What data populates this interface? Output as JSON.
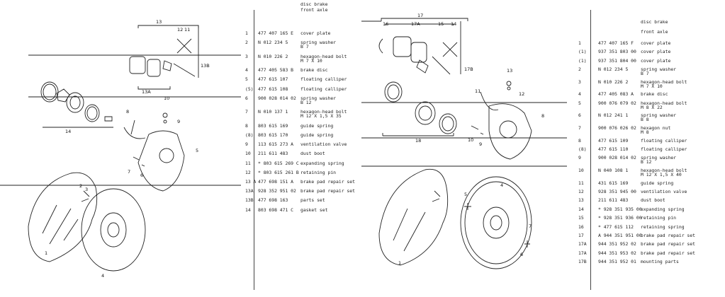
{
  "left_table": {
    "header": [
      "disc brake",
      "front axle"
    ],
    "rows": [
      {
        "item": "1",
        "part": "477 407 165 E",
        "desc": "cover plate"
      },
      {
        "item": "2",
        "part": "N    012 234 5",
        "desc": "spring washer",
        "sub": "B 7"
      },
      {
        "item": "3",
        "part": "N    010 226 2",
        "desc": "hexagon-head bolt",
        "sub": "M 7 X 10"
      },
      {
        "item": "4",
        "part": "477 405 583 B",
        "desc": "brake disc"
      },
      {
        "item": "5",
        "part": "477 615 107",
        "desc": "floating calliper"
      },
      {
        "item": "(5)",
        "part": "477 615 108",
        "desc": "floating calliper"
      },
      {
        "item": "6",
        "part": "900 028 014 02",
        "desc": "spring washer",
        "sub": "B 12"
      },
      {
        "item": "7",
        "part": "N    010 137 1",
        "desc": "hexagon-head bolt",
        "sub": "M 12 X 1,5 X 35"
      },
      {
        "item": "8",
        "part": "803 615 169",
        "desc": "guide spring"
      },
      {
        "item": "(8)",
        "part": "803 615 170",
        "desc": "guide spring"
      },
      {
        "item": "9",
        "part": "113 615 273 A",
        "desc": "ventilation valve"
      },
      {
        "item": "10",
        "part": "211 611 483",
        "desc": "dust boot"
      },
      {
        "item": "11",
        "part": "* 803 615 269 C",
        "desc": "expanding spring"
      },
      {
        "item": "12",
        "part": "* 803 615 261 B",
        "desc": "retaining pin"
      },
      {
        "item": "13 A",
        "part": "477 698 151 A",
        "desc": "brake pad repair set"
      },
      {
        "item": "13A",
        "part": "928 352 951 02",
        "desc": "brake pad repair set"
      },
      {
        "item": "13B",
        "part": "477 698 163",
        "desc": "parts set"
      },
      {
        "item": "14",
        "part": "803 698 471 C",
        "desc": "gasket set"
      }
    ]
  },
  "right_table": {
    "header": [
      "disc brake",
      "front axle"
    ],
    "rows": [
      {
        "item": "1",
        "part": "477 407 165 F",
        "desc": "cover plate"
      },
      {
        "item": "(1)",
        "part": "937 351 803 00",
        "desc": "cover plate"
      },
      {
        "item": "(1)",
        "part": "937 351 804 00",
        "desc": "cover plate"
      },
      {
        "item": "2",
        "part": "N    012 234 5",
        "desc": "spring washer",
        "sub": "B 7"
      },
      {
        "item": "3",
        "part": "N    010 226 2",
        "desc": "hexagon-head bolt",
        "sub": "M 7 X 10"
      },
      {
        "item": "4",
        "part": "477 405 083 A",
        "desc": "brake disc"
      },
      {
        "item": "5",
        "part": "900 076 079 02",
        "desc": "hexagon-head bolt",
        "sub": "M 8 X 22"
      },
      {
        "item": "6",
        "part": "N    012 241 1",
        "desc": "spring washer",
        "sub": "B 8"
      },
      {
        "item": "7",
        "part": "900 076 026 02",
        "desc": "hexagon nut",
        "sub": "M 8"
      },
      {
        "item": "8",
        "part": "477 615 109",
        "desc": "floating calliper"
      },
      {
        "item": "(8)",
        "part": "477 615 110",
        "desc": "floating calliper"
      },
      {
        "item": "9",
        "part": "900 028 014 02",
        "desc": "spring washer",
        "sub": "B 12"
      },
      {
        "item": "10",
        "part": "N    040 108 1",
        "desc": "hexagon-head bolt",
        "sub": "M 12 X 1,5 X 40"
      },
      {
        "item": "11",
        "part": "431 615 169",
        "desc": "guide spring"
      },
      {
        "item": "12",
        "part": "928 351 945 00",
        "desc": "ventilation valve"
      },
      {
        "item": "13",
        "part": "211 611 483",
        "desc": "dust boot"
      },
      {
        "item": "14",
        "part": "* 928 351 935 00",
        "desc": "expanding spring"
      },
      {
        "item": "15",
        "part": "* 928 351 936 00",
        "desc": "retaining pin"
      },
      {
        "item": "16",
        "part": "* 477 615 112",
        "desc": "retaining spring"
      },
      {
        "item": "17",
        "part": "A 944 351 951 00",
        "desc": "brake pad repair set"
      },
      {
        "item": "17A",
        "part": "944 351 952 02",
        "desc": "brake pad repair set"
      },
      {
        "item": "17A",
        "part": "944 351 953 02",
        "desc": "brake pad repair set"
      },
      {
        "item": "17B",
        "part": "944 351 952 01",
        "desc": "mounting parts"
      }
    ]
  },
  "left_diagram_labels": [
    "13",
    "12",
    "11",
    "13B",
    "13A",
    "10",
    "9",
    "8",
    "14",
    "5",
    "7",
    "6",
    "3",
    "2",
    "1",
    "4"
  ],
  "right_diagram_labels": [
    "17",
    "16",
    "17A",
    "15",
    "14",
    "17B",
    "13",
    "12",
    "11",
    "8",
    "10",
    "9",
    "18",
    "5",
    "4",
    "7",
    "6",
    "1"
  ]
}
